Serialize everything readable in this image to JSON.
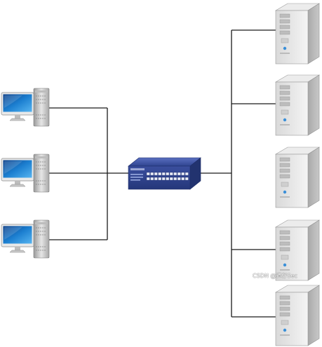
{
  "diagram": {
    "nodes": {
      "workstations": [
        "workstation-1",
        "workstation-2",
        "workstation-3"
      ],
      "switch": "network-switch",
      "servers": [
        "server-1",
        "server-2",
        "server-3",
        "server-4",
        "server-5"
      ]
    },
    "edges": [
      [
        "workstation-1",
        "network-switch"
      ],
      [
        "workstation-2",
        "network-switch"
      ],
      [
        "workstation-3",
        "network-switch"
      ],
      [
        "network-switch",
        "server-1"
      ],
      [
        "network-switch",
        "server-2"
      ],
      [
        "network-switch",
        "server-3"
      ],
      [
        "network-switch",
        "server-4"
      ],
      [
        "network-switch",
        "server-5"
      ]
    ]
  },
  "icons": {
    "workstation": "desktop-computer-icon",
    "switch": "network-switch-icon",
    "server": "tower-server-icon"
  },
  "colors": {
    "line": "#1a1a1a",
    "switch_body": "#3a4fa0",
    "monitor_screen": "#1c7fd0",
    "server_body": "#cfcfcf"
  },
  "watermark": "CSDN @道仔Sec"
}
